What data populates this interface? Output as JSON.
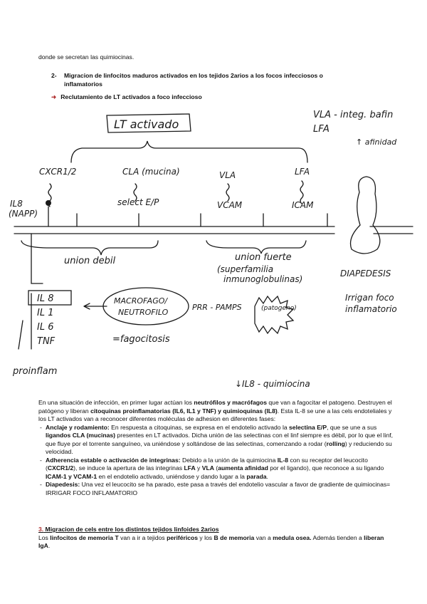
{
  "intro": "donde se secretan las quimiocinas.",
  "item2": {
    "number": "2-",
    "text": "Migracion de linfocitos maduros activados en los tejidos 2arios a los focos infecciosos o inflamatorios"
  },
  "arrow_line": "Reclutamiento de LT activados a foco infeccioso",
  "diagram": {
    "lt_box": "LT activado",
    "vla_line": "VLA - integ. bafin",
    "lfa_line": "LFA",
    "afinidad": "↑ afinidad",
    "cxcr": "CXCR1/2",
    "cla": "CLA (mucina)",
    "vla": "VLA",
    "lfa": "LFA",
    "il8_label": "IL8",
    "il8_sub": "(NAPP)",
    "select": "select E/P",
    "vcam": "VCAM",
    "icam": "ICAM",
    "union_debil": "union debil",
    "union_fuerte": "union fuerte",
    "superfamilia": "(superfamilia",
    "inmuno": "inmunoglobulinas)",
    "diapedesis": "DIAPEDESIS",
    "irrigan1": "Irrigan foco",
    "irrigan2": "inflamatorio",
    "cyto_box": [
      "IL 8",
      "IL 1",
      "IL 6",
      "TNF"
    ],
    "proinflam": "proinflam",
    "macro1": "MACROFAGO/",
    "macro2": "NEUTROFILO",
    "prr": "PRR - PAMPS",
    "patogeno": "(patogeno)",
    "fagocitosis": "=fagocitosis",
    "il8_quimio": "↓IL8 - quimiocina"
  },
  "body": {
    "p1_a": "En una situación de infección, en primer lugar actúan los ",
    "p1_b": "neutrófilos y macrófagos",
    "p1_c": " que van a fagocitar el patogeno. Destruyen el patógeno y liberan ",
    "p1_d": "citoquinas proinflamatorias (IL6, IL1 y TNF) y quimioquinas (IL8)",
    "p1_e": ". Esta IL-8 se une a las cels endoteliales y los LT activados van a reconocer diferentes moléculas de adhesion en diferentes fases:",
    "b1_t": "Anclaje y rodamiento:",
    "b1_a": " En respuesta a citoquinas, se expresa en el endotelio activado la ",
    "b1_b": "selectina E/P",
    "b1_c": ", que se une a sus ",
    "b1_d": "ligandos CLA (mucinas)",
    "b1_e": " presentes en LT activados. Dicha unión de las selectinas con el linf siempre es débil, por lo que el linf, que fluye por el torrente sanguíneo, va uniéndose y soltándose de las selectinas, comenzando a rodar (",
    "b1_f": "rolling",
    "b1_g": ") y reduciendo su velocidad.",
    "b2_t": "Adherencia estable o activación de integrinas:",
    "b2_a": " Debido a la unión de la quimiocina ",
    "b2_b": "IL-8",
    "b2_c": " con su receptor del leucocito (",
    "b2_d": "CXCR1/2",
    "b2_e": "), se induce la apertura de las integrinas ",
    "b2_f": "LFA",
    "b2_g": " y ",
    "b2_h": "VLA",
    "b2_i": " (",
    "b2_j": "aumenta afinidad",
    "b2_k": " por el ligando), que reconoce a su ligando ",
    "b2_l": "ICAM-1 y VCAM-1",
    "b2_m": " en el endotelio activado, uniéndose y dando lugar a la ",
    "b2_n": "parada",
    "b2_o": ".",
    "b3_t": "Diapedesis:",
    "b3_a": " Una vez el leucocito se ha parado, este pasa a través del endotelio vascular a favor de gradiente de quimiocinas= IRRIGAR FOCO INFLAMATORIO"
  },
  "section3": {
    "number": "3.",
    "title": " Migracion de cels entre los distintos tejidos linfoides 2arios",
    "l1_a": "Los ",
    "l1_b": "linfocitos de memoria T",
    "l1_c": " van a ir a tejidos ",
    "l1_d": "periféricos",
    "l1_e": " y los ",
    "l1_f": "B de memoria",
    "l1_g": " van a ",
    "l1_h": "medula osea.",
    "l1_i": " Además tienden a ",
    "l1_j": "liberan IgA",
    "l1_k": "."
  }
}
